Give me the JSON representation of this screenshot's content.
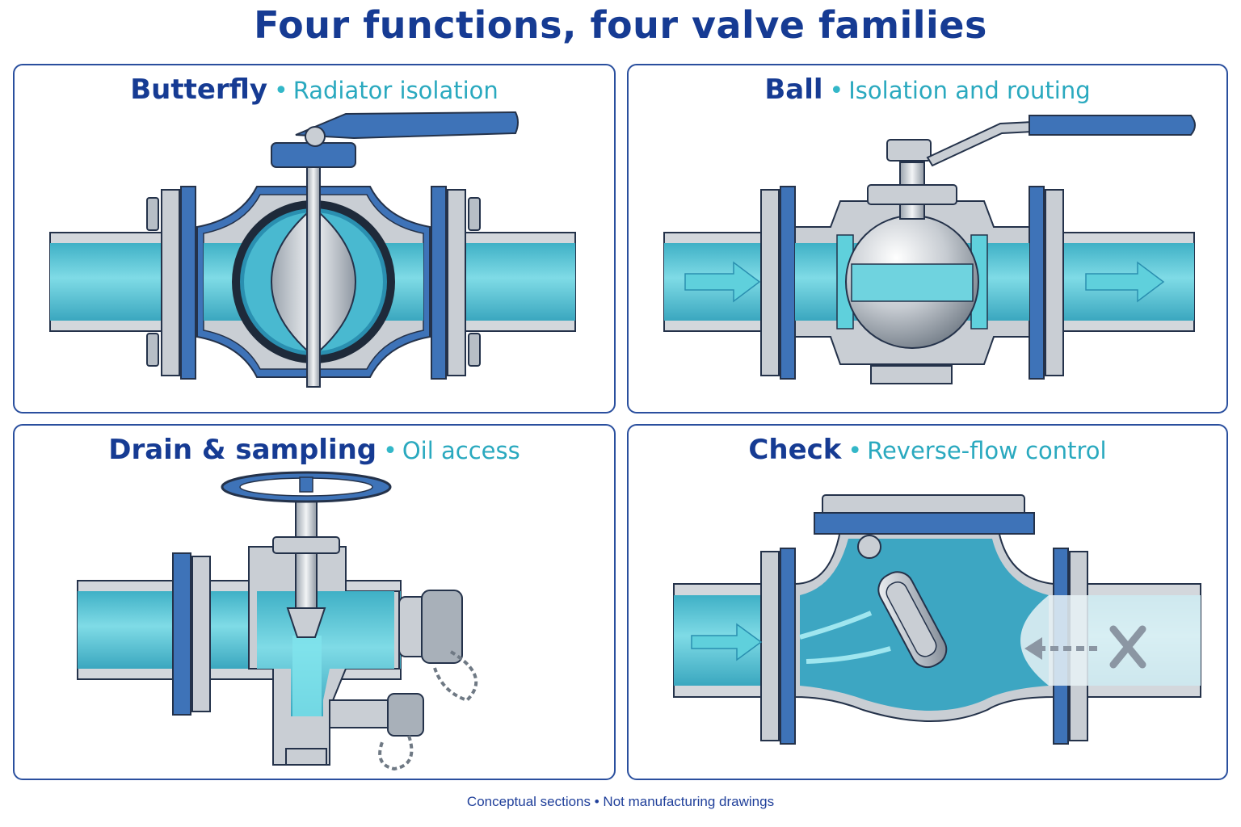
{
  "title": "Four functions, four valve families",
  "panels": [
    {
      "name": "Butterfly",
      "separator": "•",
      "function": "Radiator isolation"
    },
    {
      "name": "Ball",
      "separator": "•",
      "function": "Isolation and routing"
    },
    {
      "name": "Drain & sampling",
      "separator": "•",
      "function": "Oil access"
    },
    {
      "name": "Check",
      "separator": "•",
      "function": "Reverse-flow control"
    }
  ],
  "footer": "Conceptual sections • Not manufacturing drawings",
  "colors": {
    "title": "#163b93",
    "function_label": "#2aa9bf",
    "steel": "#c9ced4",
    "valve_blue": "#3e73b8",
    "oil": "#56c6d6",
    "outline": "#24324a"
  }
}
